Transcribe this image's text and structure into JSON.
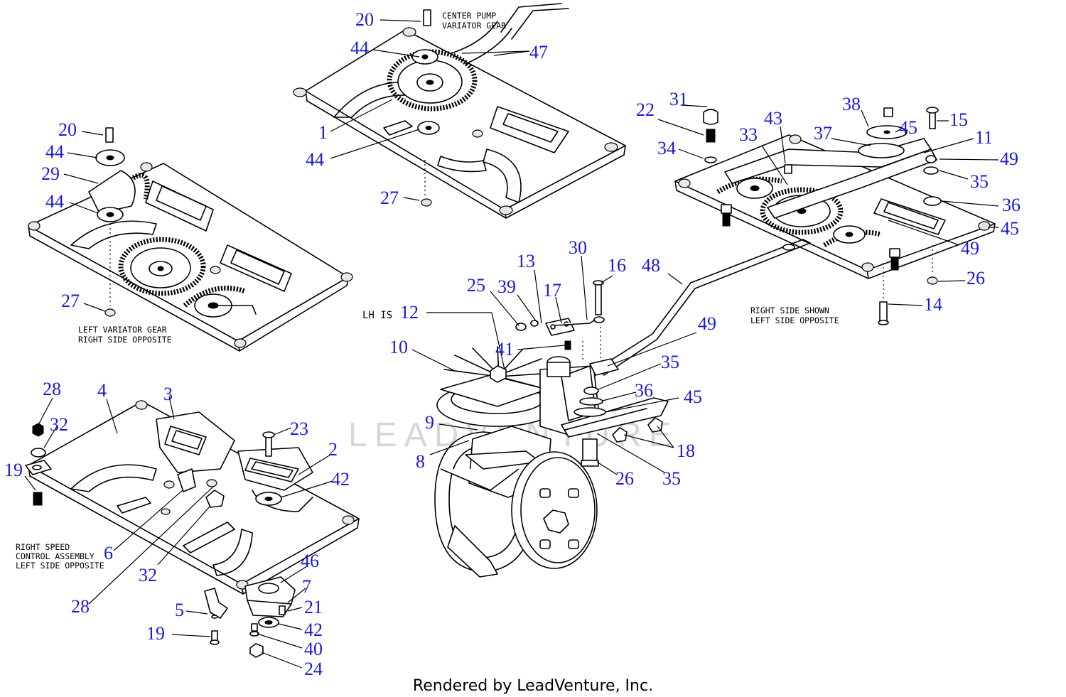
{
  "watermark": "LEADVENTURE",
  "footer": "Rendered by LeadVenture, Inc.",
  "notes": {
    "center_pump_1": "CENTER PUMP",
    "center_pump_2": "VARIATOR GEAR",
    "left_variator_1": "LEFT VARIATOR GEAR",
    "left_variator_2": "RIGHT SIDE OPPOSITE",
    "right_side_1": "RIGHT SIDE SHOWN",
    "right_side_2": "LEFT SIDE OPPOSITE",
    "right_speed_1": "RIGHT SPEED",
    "right_speed_2": "CONTROL ASSEMBLY",
    "right_speed_3": "LEFT SIDE OPPOSITE",
    "lh_is": "LH IS"
  },
  "callouts": [
    {
      "id": "c20a",
      "text": "20"
    },
    {
      "id": "c44a",
      "text": "44"
    },
    {
      "id": "c47",
      "text": "47"
    },
    {
      "id": "c1",
      "text": "1"
    },
    {
      "id": "c44b",
      "text": "44"
    },
    {
      "id": "c27a",
      "text": "27"
    },
    {
      "id": "c20b",
      "text": "20"
    },
    {
      "id": "c44c",
      "text": "44"
    },
    {
      "id": "c29",
      "text": "29"
    },
    {
      "id": "c44d",
      "text": "44"
    },
    {
      "id": "c27b",
      "text": "27"
    },
    {
      "id": "c31",
      "text": "31"
    },
    {
      "id": "c22",
      "text": "22"
    },
    {
      "id": "c34",
      "text": "34"
    },
    {
      "id": "c33",
      "text": "33"
    },
    {
      "id": "c43",
      "text": "43"
    },
    {
      "id": "c37",
      "text": "37"
    },
    {
      "id": "c38",
      "text": "38"
    },
    {
      "id": "c45a",
      "text": "45"
    },
    {
      "id": "c15",
      "text": "15"
    },
    {
      "id": "c11",
      "text": "11"
    },
    {
      "id": "c49a",
      "text": "49"
    },
    {
      "id": "c35a",
      "text": "35"
    },
    {
      "id": "c36a",
      "text": "36"
    },
    {
      "id": "c45b",
      "text": "45"
    },
    {
      "id": "c49b",
      "text": "49"
    },
    {
      "id": "c26a",
      "text": "26"
    },
    {
      "id": "c14",
      "text": "14"
    },
    {
      "id": "c13",
      "text": "13"
    },
    {
      "id": "c30",
      "text": "30"
    },
    {
      "id": "c16",
      "text": "16"
    },
    {
      "id": "c48",
      "text": "48"
    },
    {
      "id": "c25",
      "text": "25"
    },
    {
      "id": "c39",
      "text": "39"
    },
    {
      "id": "c17",
      "text": "17"
    },
    {
      "id": "c12",
      "text": "12"
    },
    {
      "id": "c49c",
      "text": "49"
    },
    {
      "id": "c10",
      "text": "10"
    },
    {
      "id": "c41",
      "text": "41"
    },
    {
      "id": "c35b",
      "text": "35"
    },
    {
      "id": "c36b",
      "text": "36"
    },
    {
      "id": "c45c",
      "text": "45"
    },
    {
      "id": "c9",
      "text": "9"
    },
    {
      "id": "c18",
      "text": "18"
    },
    {
      "id": "c8",
      "text": "8"
    },
    {
      "id": "c26b",
      "text": "26"
    },
    {
      "id": "c35c",
      "text": "35"
    },
    {
      "id": "c28a",
      "text": "28"
    },
    {
      "id": "c4",
      "text": "4"
    },
    {
      "id": "c3",
      "text": "3"
    },
    {
      "id": "c32a",
      "text": "32"
    },
    {
      "id": "c23",
      "text": "23"
    },
    {
      "id": "c2",
      "text": "2"
    },
    {
      "id": "c19a",
      "text": "19"
    },
    {
      "id": "c42a",
      "text": "42"
    },
    {
      "id": "c6",
      "text": "6"
    },
    {
      "id": "c32b",
      "text": "32"
    },
    {
      "id": "c28b",
      "text": "28"
    },
    {
      "id": "c46",
      "text": "46"
    },
    {
      "id": "c7",
      "text": "7"
    },
    {
      "id": "c5",
      "text": "5"
    },
    {
      "id": "c21",
      "text": "21"
    },
    {
      "id": "c42b",
      "text": "42"
    },
    {
      "id": "c19b",
      "text": "19"
    },
    {
      "id": "c40",
      "text": "40"
    },
    {
      "id": "c24",
      "text": "24"
    }
  ]
}
